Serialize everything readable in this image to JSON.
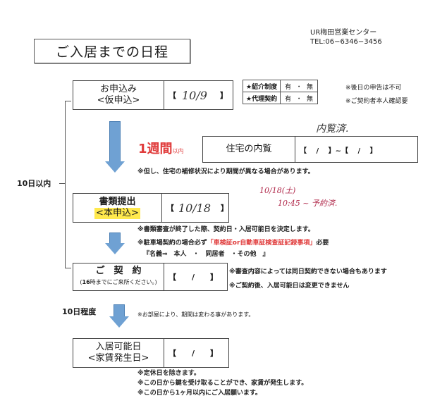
{
  "header": {
    "title": "ご入居までの日程",
    "office_name": "UR梅田営業センター",
    "office_tel": "TEL:06−6346−3456"
  },
  "side_labels": {
    "within_10_days": "10日以内",
    "about_10_days": "10日程度"
  },
  "steps": {
    "application": {
      "label_line1": "お申込み",
      "label_line2": "<仮申込>",
      "bracket_open": "【",
      "bracket_close": "】",
      "handwritten_date": "10/9"
    },
    "options_table": [
      {
        "label": "★紹介制度",
        "yes": "有",
        "dot": "・",
        "no": "無",
        "note": "※後日の申告は不可"
      },
      {
        "label": "★代理契約",
        "yes": "有",
        "dot": "・",
        "no": "無",
        "note": "※ご契約者本人確認要"
      }
    ],
    "viewing": {
      "period_number": "1週間",
      "period_suffix": "以内",
      "label": "住宅の内覧",
      "range_text": "【　 /　 】~【　 /　 】",
      "handwritten_note": "内覧済.",
      "note": "※但し、住宅の補修状況により期間が異なる場合があります。"
    },
    "documents": {
      "label_line1": "書類提出",
      "label_line2": "<本申込>",
      "bracket_open": "【",
      "bracket_close": "】",
      "handwritten_date": "10/18",
      "handwritten_note_line1": "10/18(土)",
      "handwritten_note_line2": "10:45 ~ 予約済.",
      "note1": "※書類審査が終了した際、契約日・入居可能日を決定します。",
      "note2_prefix": "※駐車場契約の場合必ず",
      "note2_highlight": "「車検証or自動車証検査証記録事項」",
      "note2_suffix": "必要",
      "note3": "『名義⇒　本人　・　同居者　・その他　』"
    },
    "contract": {
      "label_line1": "ご　契　約",
      "label_line2_bold": "16",
      "label_line2": "時までにご来所ください。",
      "label_paren_open": "(",
      "label_paren_close": ")",
      "value": "【　　/　　】",
      "note1": "※審査内容によっては同日契約できない場合もあります",
      "note2": "※ご契約後、入居可能日は変更できません"
    },
    "move_in": {
      "arrow_note": "※お部屋により、期間は変わる事があります。",
      "label_line1": "入居可能日",
      "label_line2": "<家賃発生日>",
      "value": "【　　/　　】",
      "note1": "※定休日を除きます。",
      "note2": "※この日から鍵を受け取ることができ、家賃が発生します。",
      "note3": "※この日から1ヶ月以内にご入居願います。"
    }
  },
  "colors": {
    "arrow_blue": "#6fa1d3",
    "accent_red": "#e03b3b",
    "handwriting_red": "#b0284a",
    "highlight_yellow": "#ffe94d"
  }
}
